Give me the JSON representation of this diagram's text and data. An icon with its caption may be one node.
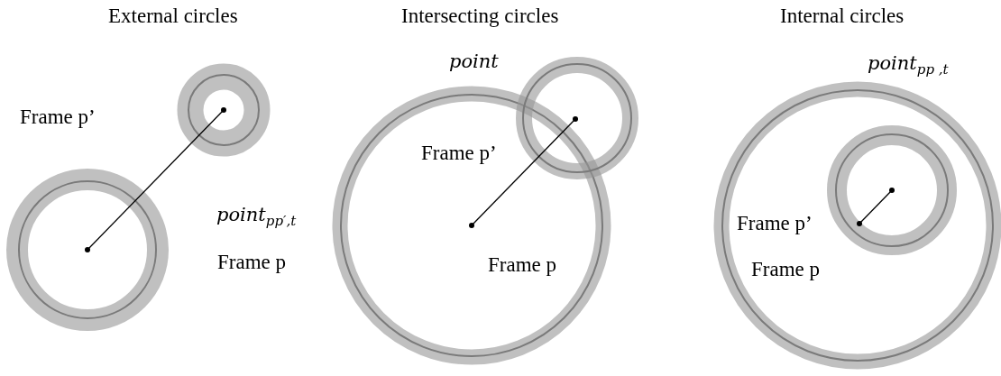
{
  "diagram": {
    "labels": [
      "External circles",
      "Intersecting circles",
      "Internal circles",
      "Frame p’",
      "point$_{pp′,t}$",
      "Frame p",
      "point",
      "Frame p’",
      "Frame p",
      "point$_{pp ,t}$",
      "Frame p’",
      "Frame p"
    ]
  }
}
